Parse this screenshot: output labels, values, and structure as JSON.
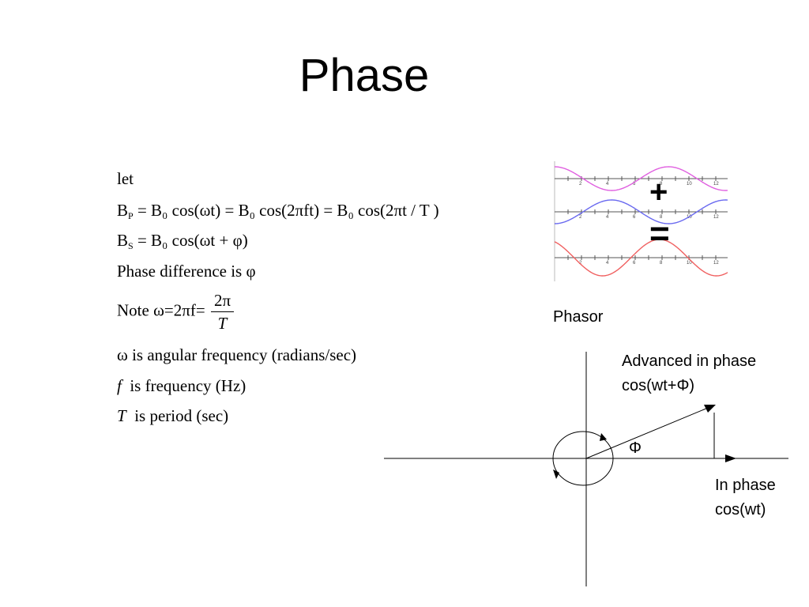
{
  "slide": {
    "title": "Phase"
  },
  "equations": {
    "let": "let",
    "bp_lhs": "B",
    "bp_sub": "P",
    "bp_rhs": "= B₀ cos(ωt) = B₀ cos(2πft) = B₀ cos(2πt / T )",
    "bs_lhs": "B",
    "bs_sub": "S",
    "bs_rhs": "= B₀ cos(ωt + φ)",
    "phase_diff": "Phase difference is φ",
    "note_prefix": "Note ω=2πf=",
    "note_num": "2π",
    "note_den": "T",
    "omega_def": "ω is angular frequency (radians/sec)",
    "f_sym": "f",
    "f_def": "is frequency (Hz)",
    "T_sym": "T",
    "T_def": "is period (sec)"
  },
  "waves_figure": {
    "plus_symbol": "+",
    "equals_symbol": "=",
    "tick_labels": [
      "2",
      "4",
      "6",
      "8",
      "10",
      "12"
    ],
    "colors": {
      "top": "#e060e0",
      "middle": "#6a6af0",
      "bottom": "#f06060"
    }
  },
  "phasor": {
    "caption": "Phasor",
    "advanced_line1": "Advanced in phase",
    "advanced_line2": "cos(wt+Φ)",
    "angle_label": "Φ",
    "inphase_line1": "In phase",
    "inphase_line2": "cos(wt)"
  }
}
